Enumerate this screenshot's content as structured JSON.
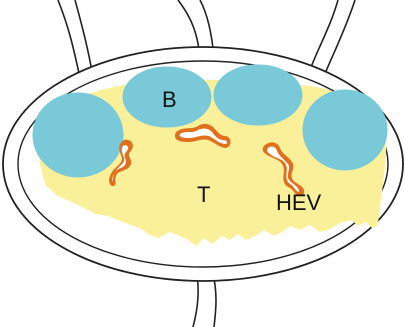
{
  "diagram": {
    "labels": {
      "b_zone": "B",
      "t_zone": "T",
      "hev": "HEV"
    }
  },
  "colors": {
    "capsule_stroke": "#222222",
    "background": "#ffffff",
    "t_zone": "#fbf09a",
    "b_follicle": "#79c9d8",
    "b_follicle_stroke": "#5fb3c4",
    "hev_outline": "#e0701c",
    "hev_lumen": "#ffffff"
  }
}
